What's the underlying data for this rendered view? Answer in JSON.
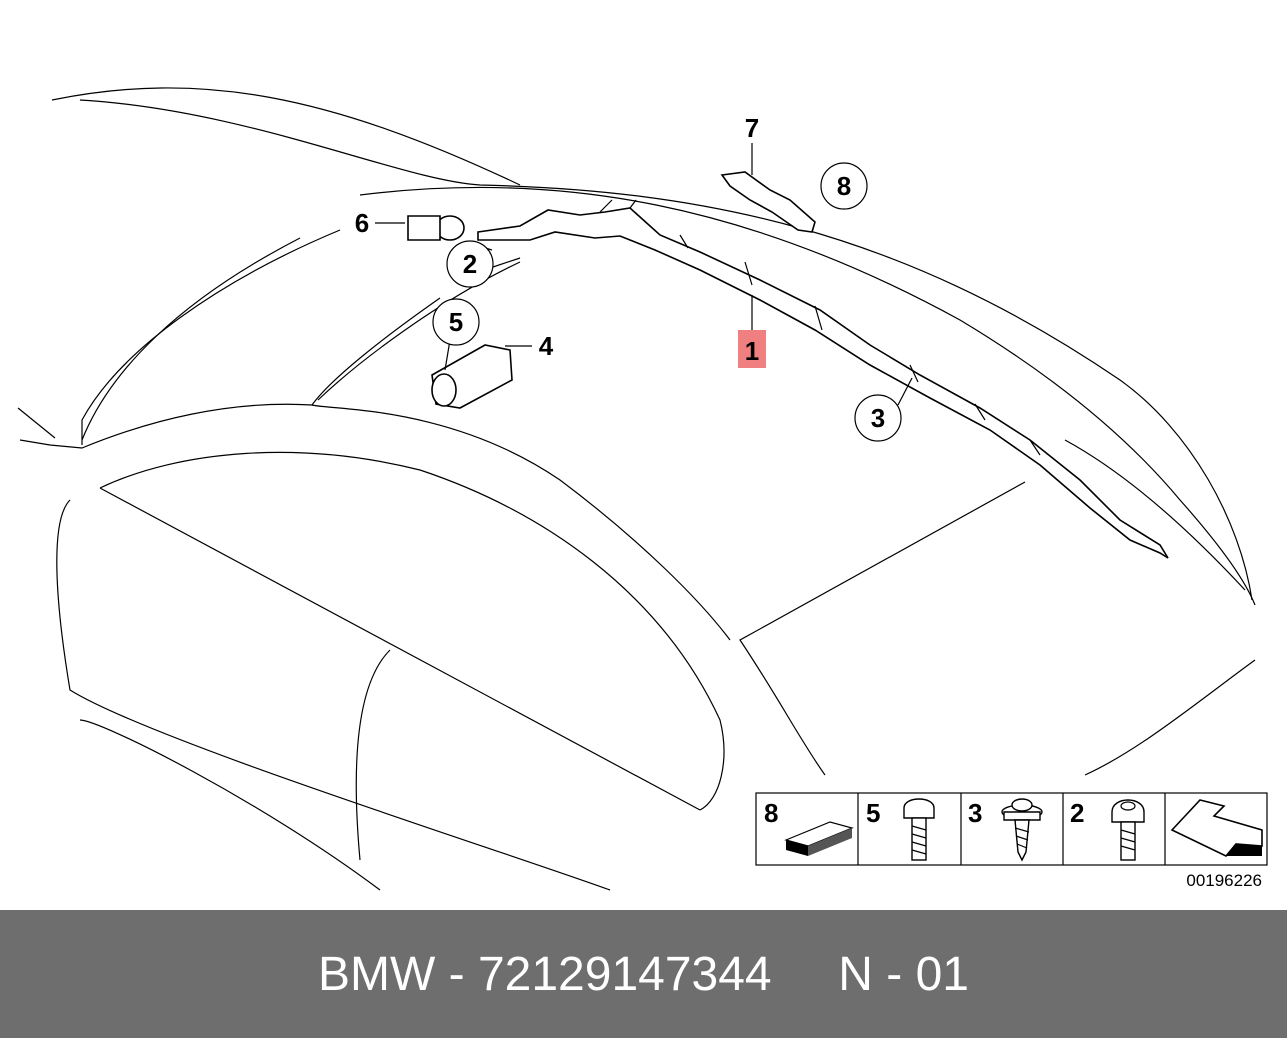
{
  "callouts": {
    "c1": "1",
    "c2": "2",
    "c3": "3",
    "c4": "4",
    "c5": "5",
    "c6": "6",
    "c7": "7",
    "c8": "8"
  },
  "highlight_color": "#f08080",
  "legend": {
    "cells": [
      "8",
      "5",
      "3",
      "2"
    ]
  },
  "doc_number": "00196226",
  "footer": {
    "text": "BMW - 72129147344     N - 01"
  }
}
